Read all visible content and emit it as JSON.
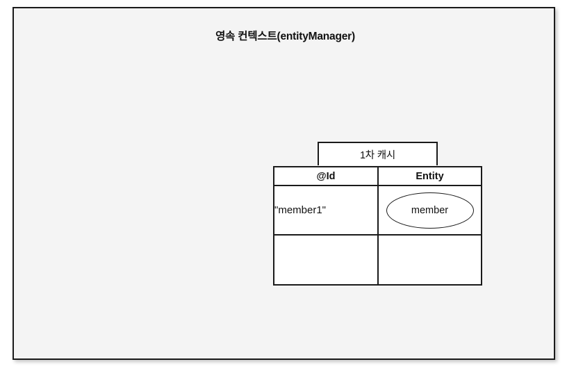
{
  "diagram": {
    "title": "영속 컨텍스트(entityManager)",
    "frame": {
      "background_color": "#f4f4f4",
      "border_color": "#1a1a1a"
    },
    "cache": {
      "tab_label": "1차 캐시",
      "columns": [
        {
          "key": "id",
          "header": "@Id"
        },
        {
          "key": "entity",
          "header": "Entity"
        }
      ],
      "rows": [
        {
          "id": "\"member1\"",
          "entity": "member"
        },
        {
          "id": "",
          "entity": ""
        }
      ],
      "entity_shape": "ellipse"
    }
  }
}
